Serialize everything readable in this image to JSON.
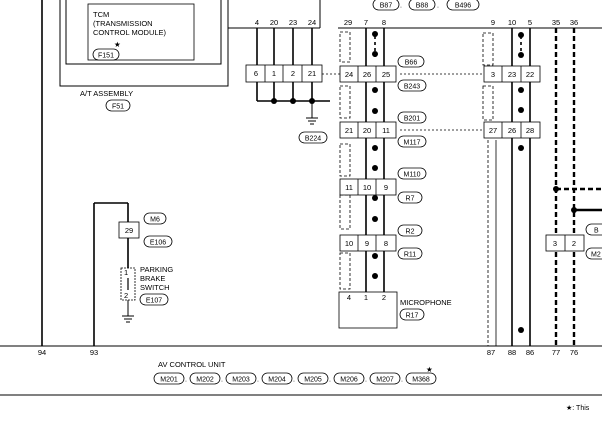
{
  "tcm": {
    "title_lines": [
      "TCM",
      "(TRANSMISSION",
      "CONTROL MODULE)"
    ],
    "star": "★",
    "connector": "F151"
  },
  "at_assembly": {
    "label": "A/T ASSEMBLY",
    "connector": "F51"
  },
  "top_connectors": [
    "B87",
    "B88",
    "B496"
  ],
  "tcm_pins_top": [
    "4",
    "20",
    "23",
    "24"
  ],
  "tcm_pins_box": [
    "6",
    "1",
    "2",
    "21"
  ],
  "ground": "B224",
  "mid_pins_top": [
    "29",
    "7",
    "8"
  ],
  "mid_pins_box1": [
    "24",
    "26",
    "25"
  ],
  "mid_pins_box2": [
    "21",
    "20",
    "11"
  ],
  "mid_pins_box3": [
    "11",
    "10",
    "9"
  ],
  "mid_pins_box4": [
    "10",
    "9",
    "8"
  ],
  "mid_connectors": [
    "B66",
    "B243",
    "B201",
    "M117",
    "M110",
    "R7",
    "R2",
    "R11"
  ],
  "microphone": {
    "label": "MICROPHONE",
    "connector": "R17",
    "pins": [
      "4",
      "1",
      "2"
    ]
  },
  "right_pins_top": [
    "9",
    "10",
    "5"
  ],
  "right_pins_box1": [
    "3",
    "23",
    "22"
  ],
  "right_pins_box2": [
    "27",
    "26",
    "28"
  ],
  "far_right_pins_top": [
    "35",
    "36"
  ],
  "far_right_box_pins": [
    "3",
    "2"
  ],
  "far_right_labels": [
    "B",
    "M2"
  ],
  "parking_brake": {
    "label_lines": [
      "PARKING",
      "BRAKE",
      "SWITCH"
    ],
    "connector": "E107",
    "pin_top": "1",
    "pin_bottom": "2",
    "inline_pin": "29",
    "inline_connectors": [
      "M6",
      "E106"
    ]
  },
  "av_unit": {
    "label": "AV CONTROL UNIT",
    "star": "★",
    "connectors": [
      "M201",
      "M202",
      "M203",
      "M204",
      "M205",
      "M206",
      "M207",
      "M368"
    ],
    "bottom_pins_left": [
      "94",
      "93"
    ],
    "bottom_pins_right": [
      "87",
      "88",
      "86",
      "77",
      "76"
    ]
  },
  "footnote": "★: This"
}
